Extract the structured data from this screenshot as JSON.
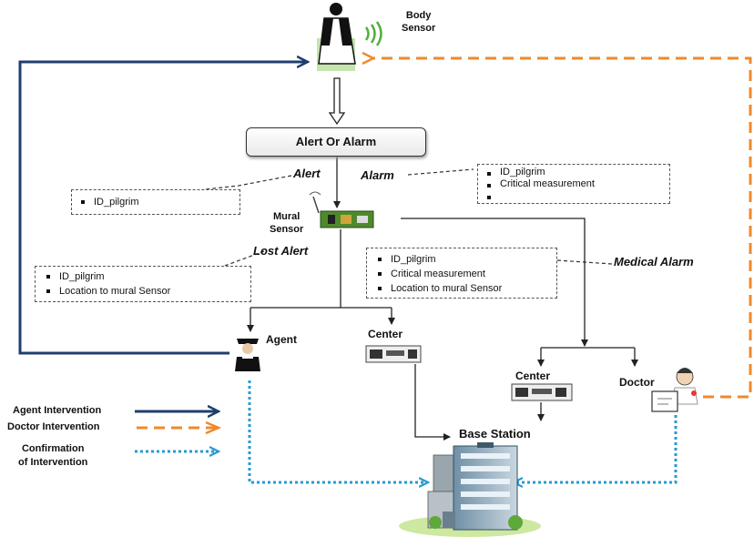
{
  "body_sensor": {
    "label_line1": "Body",
    "label_line2": "Sensor"
  },
  "alert_or_alarm": "Alert Or Alarm",
  "alert_label": "Alert",
  "alarm_label": "Alarm",
  "lost_alert_label": "Lost Alert",
  "medical_alarm_label": "Medical Alarm",
  "mural_sensor": {
    "label_line1": "Mural",
    "label_line2": "Sensor"
  },
  "alert_box": {
    "items": [
      "ID_pilgrim"
    ]
  },
  "alarm_box": {
    "items": [
      "ID_pilgrim",
      "Critical measurement",
      ""
    ]
  },
  "lost_alert_box": {
    "items": [
      "ID_pilgrim",
      "Location to mural Sensor"
    ]
  },
  "medical_alarm_box": {
    "items": [
      "ID_pilgrim",
      "Critical measurement",
      "Location to mural Sensor"
    ]
  },
  "agent_label": "Agent",
  "center_label_1": "Center",
  "center_label_2": "Center",
  "doctor_label": "Doctor",
  "base_station_label": "Base Station",
  "legend": {
    "agent": "Agent Intervention",
    "doctor": "Doctor Intervention",
    "confirm_line1": "Confirmation",
    "confirm_line2": "of Intervention"
  },
  "colors": {
    "agent": "#1f3e6e",
    "doctor": "#ee8a2c",
    "confirm": "#2a9ad0"
  }
}
